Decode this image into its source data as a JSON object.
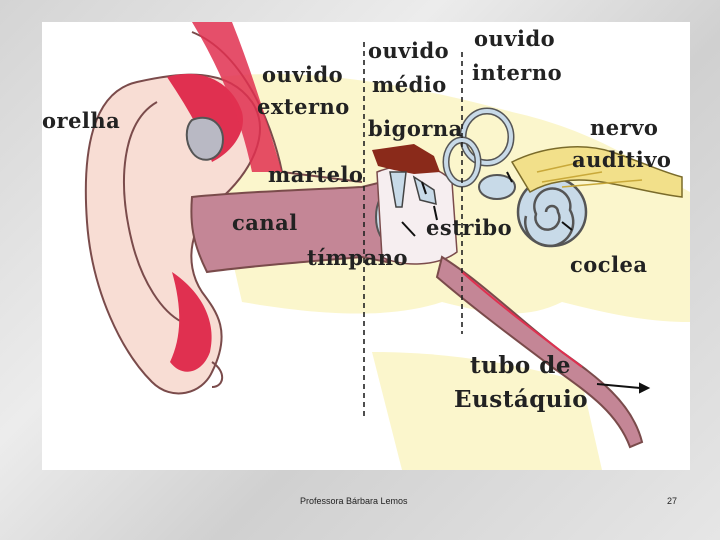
{
  "labels": {
    "orelha": "orelha",
    "ouvido_externo_1": "ouvido",
    "ouvido_externo_2": "externo",
    "ouvido_medio_1": "ouvido",
    "ouvido_medio_2": "médio",
    "ouvido_interno_1": "ouvido",
    "ouvido_interno_2": "interno",
    "bigorna": "bigorna",
    "nervo_1": "nervo",
    "nervo_2": "auditivo",
    "martelo": "martelo",
    "canal": "canal",
    "estribo": "estribo",
    "timpano": "tímpano",
    "coclea": "coclea",
    "tubo_1": "tubo de",
    "tubo_2": "Eustáquio"
  },
  "footer": {
    "author": "Professora Bárbara Lemos",
    "page_number": "27"
  },
  "colors": {
    "skin": "#f8ddd4",
    "cartilage_red": "#e03050",
    "canal_mauve": "#c48696",
    "bone_cream": "#fbf6cc",
    "ossicle_brown": "#8a2a1a",
    "inner_ear_blue": "#c8dae8",
    "nerve_yellow": "#f2e08a"
  }
}
